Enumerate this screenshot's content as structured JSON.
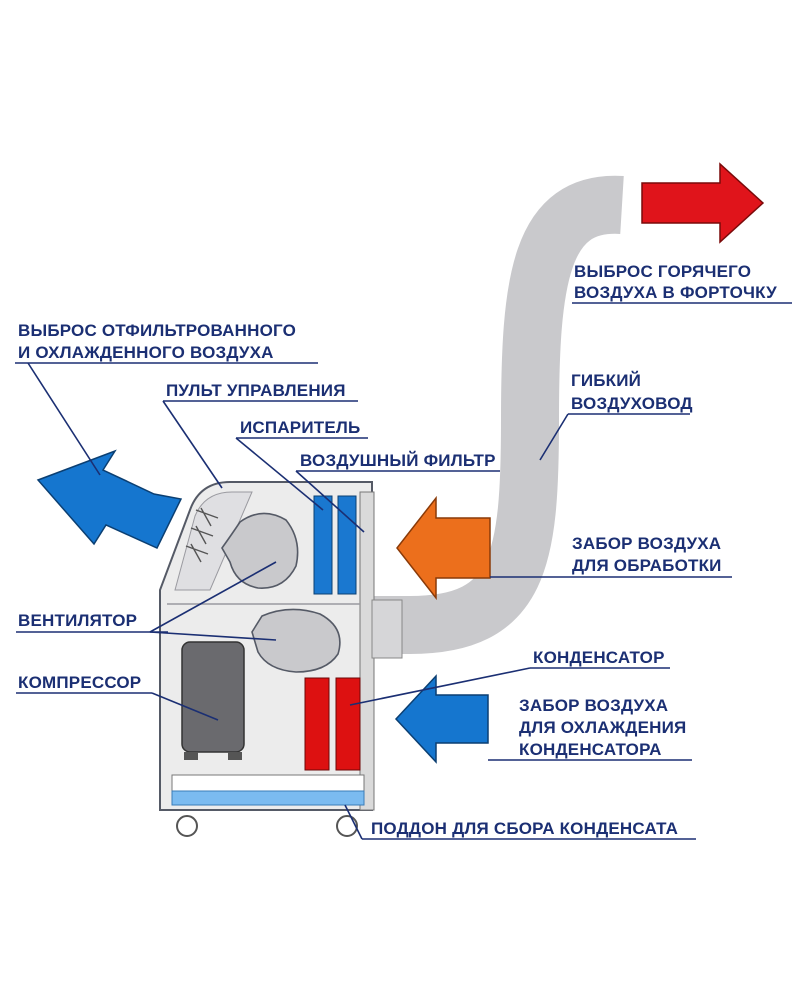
{
  "labels": {
    "hot_air_exhaust": [
      "ВЫБРОС ГОРЯЧЕГО",
      "ВОЗДУХА В ФОРТОЧКУ"
    ],
    "filtered_air_outlet": [
      "ВЫБРОС ОТФИЛЬТРОВАННОГО",
      "И ОХЛАЖДЕННОГО ВОЗДУХА"
    ],
    "flexible_duct": [
      "ГИБКИЙ",
      "ВОЗДУХОВОД"
    ],
    "control_panel": "ПУЛЬТ УПРАВЛЕНИЯ",
    "evaporator": "ИСПАРИТЕЛЬ",
    "air_filter": "ВОЗДУШНЫЙ ФИЛЬТР",
    "process_air_intake": [
      "ЗАБОР ВОЗДУХА",
      "ДЛЯ ОБРАБОТКИ"
    ],
    "fan": "ВЕНТИЛЯТОР",
    "condenser": "КОНДЕНСАТОР",
    "compressor": "КОМПРЕССОР",
    "condenser_cooling_intake": [
      "ЗАБОР ВОЗДУХА",
      "ДЛЯ ОХЛАЖДЕНИЯ",
      "КОНДЕНСАТОРА"
    ],
    "condensate_tray": "ПОДДОН ДЛЯ СБОРА КОНДЕНСАТА"
  },
  "colors": {
    "hot_arrow": "#e0141b",
    "cold_arrow": "#1576cf",
    "intake_arrow": "#ec6f1c",
    "duct": "#c9c9cc",
    "unit_body": "#ececec",
    "evaporator": "#1a78d0",
    "condenser": "#dd1111",
    "label_text": "#1b2f73"
  },
  "icons": [
    "fan-icon",
    "compressor-icon",
    "arrow-icon"
  ]
}
